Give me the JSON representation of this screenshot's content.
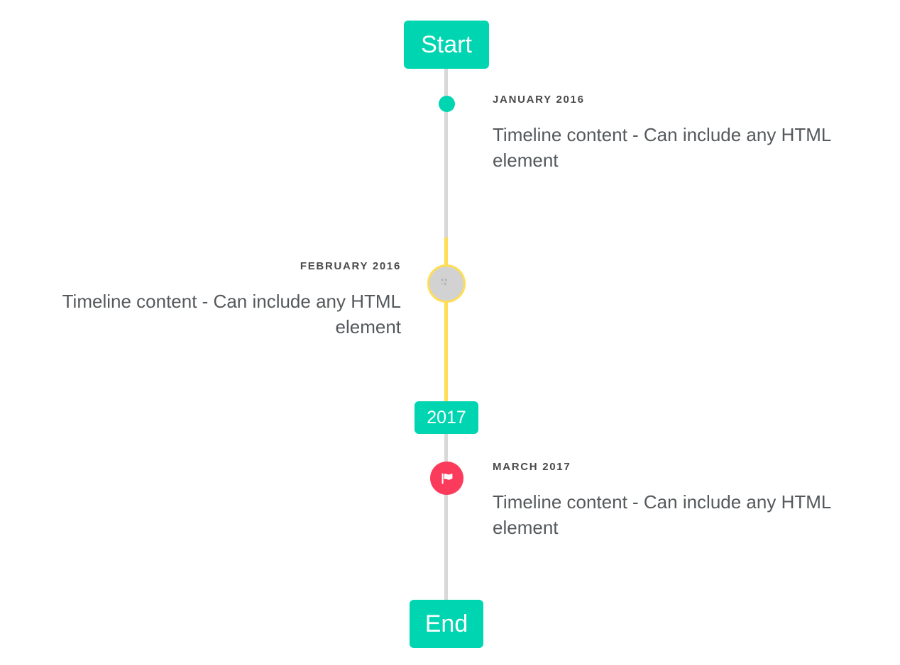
{
  "page": {
    "title": "Timeline",
    "background": "#ffffff"
  },
  "colors": {
    "accent_teal": "#00d5b2",
    "accent_yellow": "#ffdd55",
    "accent_pink": "#fb3b5c",
    "line_grey": "#d8d8d8",
    "marker_grey": "#d2d2d2",
    "text_date": "#4a4a4a",
    "text_body": "#55595c"
  },
  "caps": {
    "start": {
      "label": "Start",
      "color": "#00d5b2"
    },
    "year": {
      "label": "2017",
      "color": "#00d5b2"
    },
    "end": {
      "label": "End",
      "color": "#00d5b2"
    }
  },
  "axis": {
    "segments": [
      {
        "color": "#d8d8d8",
        "from": 97,
        "to": 335
      },
      {
        "color": "#ffdd55",
        "from": 335,
        "to": 566
      },
      {
        "color": "#d8d8d8",
        "from": 612,
        "to": 846
      }
    ]
  },
  "entries": [
    {
      "id": "january-2016",
      "date": "JANUARY 2016",
      "body": "Timeline content - Can include any HTML element",
      "side": "right",
      "marker": {
        "type": "dot",
        "icon": "dot-icon",
        "color": "#00d5b2"
      }
    },
    {
      "id": "february-2016",
      "date": "FEBRUARY 2016",
      "body": "Timeline content - Can include any HTML element",
      "side": "left",
      "marker": {
        "type": "ring",
        "icon": "broken-image-icon",
        "color": "#d2d2d2",
        "ring_color": "#ffdd55"
      }
    },
    {
      "id": "march-2017",
      "date": "MARCH 2017",
      "body": "Timeline content - Can include any HTML element",
      "side": "right",
      "marker": {
        "type": "flag",
        "icon": "flag-icon",
        "color": "#fb3b5c"
      }
    }
  ]
}
